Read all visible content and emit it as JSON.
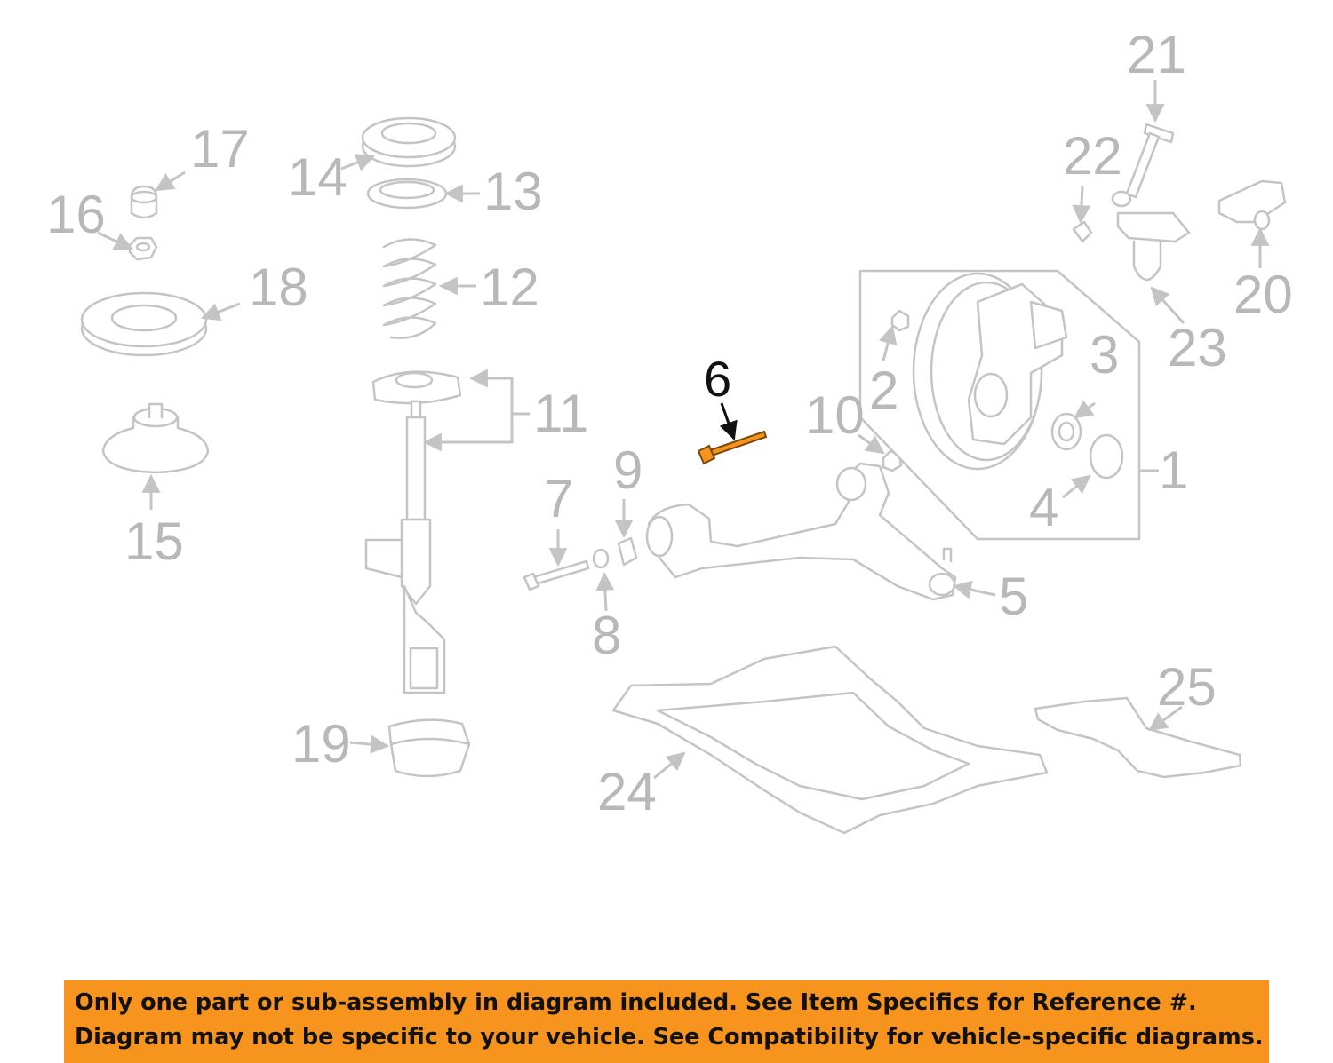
{
  "diagram": {
    "highlighted_callout": "6",
    "highlight_color": "#f7941d",
    "callouts": [
      "1",
      "2",
      "3",
      "4",
      "5",
      "6",
      "7",
      "8",
      "9",
      "10",
      "11",
      "12",
      "13",
      "14",
      "15",
      "16",
      "17",
      "18",
      "19",
      "20",
      "21",
      "22",
      "23",
      "24",
      "25"
    ]
  },
  "notice": {
    "line1": "Only one part or sub-assembly in diagram included. See Item Specifics for Reference #.",
    "line2": "Diagram may not be specific to your vehicle. See Compatibility for vehicle-specific diagrams.",
    "background_color": "#f7941d"
  }
}
